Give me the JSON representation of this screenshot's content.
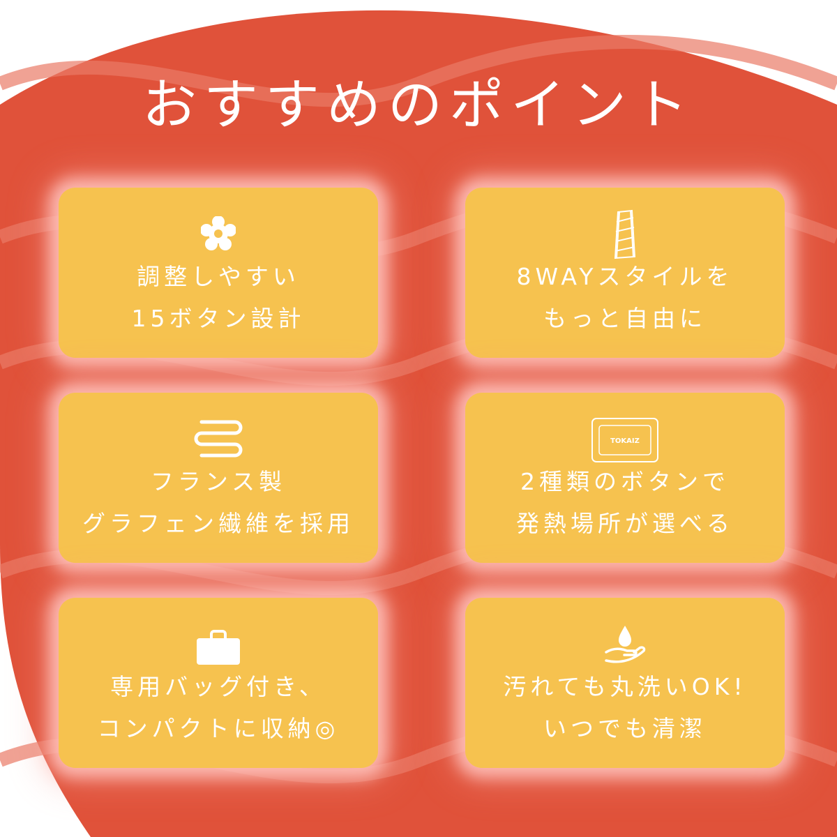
{
  "title": "おすすめのポイント",
  "colors": {
    "panel": "#e0523a",
    "wave": "#ea7a66",
    "card": "#f6c24f",
    "text": "#ffffff"
  },
  "features": [
    {
      "icon": "flower-icon",
      "line1": "調整しやすい",
      "line2": "15ボタン設計"
    },
    {
      "icon": "rolled-blanket-icon",
      "line1": "8WAYスタイルを",
      "line2": "もっと自由に"
    },
    {
      "icon": "wavy-lines-icon",
      "line1": "フランス製",
      "line2": "グラフェン繊維を採用"
    },
    {
      "icon": "controller-icon",
      "controller_label": "TOKAIZ",
      "line1": "2種類のボタンで",
      "line2": "発熱場所が選べる"
    },
    {
      "icon": "bag-icon",
      "line1": "専用バッグ付き、",
      "line2": "コンパクトに収納◎"
    },
    {
      "icon": "washing-hand-icon",
      "line1": "汚れても丸洗いOK!",
      "line2": "いつでも清潔"
    }
  ]
}
